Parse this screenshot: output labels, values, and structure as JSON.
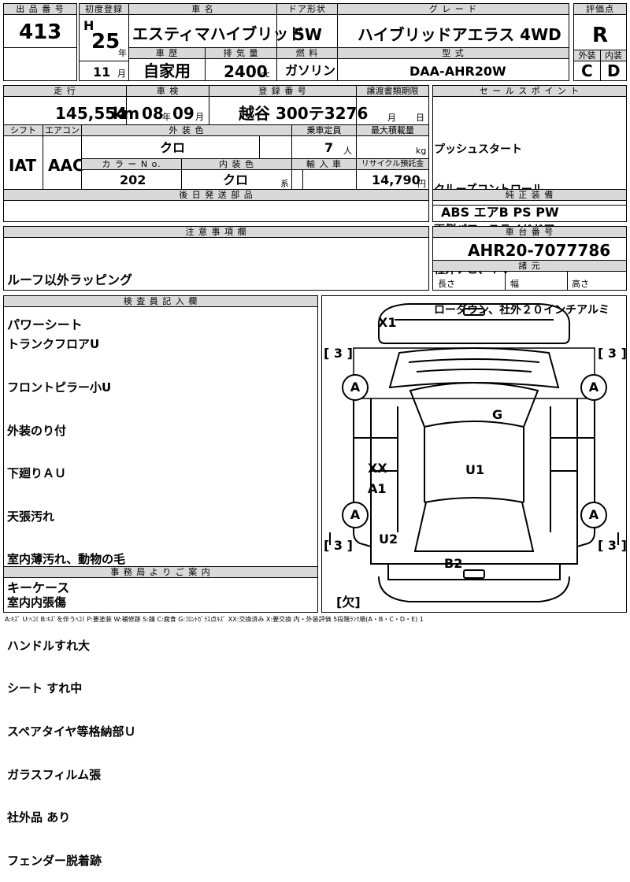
{
  "header": {
    "lot_label": "出 品 番 号",
    "lot_value": "413",
    "first_reg_label": "初度登録",
    "era": "H",
    "first_reg_year": "25",
    "year_unit": "年",
    "first_reg_month": "11",
    "month_unit": "月",
    "car_name_label": "車 名",
    "car_name": "エスティマハイブリッド",
    "door_label": "ドア形状",
    "door_value": "5W",
    "grade_label": "グ レ ー ド",
    "grade_value": "ハイブリッドアエラス 4WD",
    "score_label": "評価点",
    "score_value": "R",
    "history_label": "車 歴",
    "history_value": "自家用",
    "displacement_label": "排 気 量",
    "displacement_value": "2400",
    "cc_unit": "cc",
    "fuel_label": "燃 料",
    "fuel_value": "ガソリン",
    "model_label": "型 式",
    "model_value": "DAA-AHR20W",
    "exterior_label": "外装",
    "exterior_value": "C",
    "interior_label": "内装",
    "interior_value": "D"
  },
  "row2": {
    "mileage_label": "走 行",
    "mileage_value": "145,554",
    "km_unit": "km",
    "inspection_label": "車 検",
    "insp_year": "08",
    "year_unit": "年",
    "insp_month": "09",
    "month_unit": "月",
    "plate_label": "登 録 番 号",
    "plate_value": "越谷 300テ3276",
    "transfer_label": "譲渡書類期限",
    "transfer_month": "月",
    "transfer_day": "日",
    "shift_label": "シフト",
    "shift_value": "IAT",
    "ac_label": "エアコン",
    "ac_value": "AAC",
    "color_label": "外 装 色",
    "color_value": "クロ",
    "capacity_label": "乗車定員",
    "capacity_value": "7",
    "capacity_unit": "人",
    "load_label": "最大積載量",
    "load_unit": "kg",
    "colorno_label": "カ ラ ー N o.",
    "colorno_value": "202",
    "intcolor_label": "内 装 色",
    "intcolor_value": "クロ",
    "intcolor_unit": "系",
    "import_label": "輸 入 車",
    "recycle_label": "リサイクル預託金",
    "recycle_value": "14,790",
    "recycle_unit": "円"
  },
  "sales": {
    "label": "セ ー ル ス ポ イ ン ト",
    "items": [
      "プッシュスタート",
      "クルーズコントロール",
      "両側パワースライドドア",
      "社外ナビ、ＴＶ",
      "ローダウン、社外２０インチアルミ"
    ]
  },
  "deferred": {
    "label": "後 日 発 送 部 品",
    "value": ""
  },
  "equipment": {
    "label": "純 正 装 備",
    "value": "ABS エアB PS PW"
  },
  "notes": {
    "label": "注 意 事 項 欄",
    "items": [
      "ルーフ以外ラッピング",
      "パワーシート"
    ]
  },
  "chassis": {
    "label": "車 台 番 号",
    "value": "AHR20-7077786",
    "dims_label": "諸 元",
    "length": "長さ",
    "width": "幅",
    "height": "高さ"
  },
  "inspector": {
    "label": "検 査 員 記 入 欄",
    "items": [
      "トランクフロアU",
      "フロントピラー小U",
      "外装のり付",
      "下廻りＡＵ",
      "天張汚れ",
      "室内薄汚れ、動物の毛",
      "室内内張傷",
      "ハンドルすれ大",
      "シート すれ中",
      "スペアタイヤ等格納部Ｕ",
      "ガラスフィルム張",
      "社外品 あり",
      "フェンダー脱着跡"
    ]
  },
  "office": {
    "label": "事 務 局 よ り ご 案 内",
    "value": "キーケース"
  },
  "diagram": {
    "marks": {
      "x1": "X1",
      "g": "G",
      "xx": "XX",
      "a1": "A1",
      "u1": "U1",
      "u2": "U2",
      "b2": "B2",
      "tire_a": "A",
      "bracket_tl": "[ 3 ]",
      "bracket_tr": "[ 3 ]",
      "bracket_bl": "[ 3 ]",
      "bracket_br": "[ 3 ]",
      "missing": "[欠]"
    }
  },
  "legend": "A:ｷｽﾞ U:ﾍｺﾐ B:ｷｽﾞを伴うﾍｺﾐ P:要塗装 W:補修跡 S:錆 C:腐食 G:ﾌﾛﾝﾄｶﾞﾗｽ点ｷｽﾞ XX:交換済み X:要交換 内・外装評価 5段階ﾗﾝｸ順(A・B・C・D・E) 1"
}
